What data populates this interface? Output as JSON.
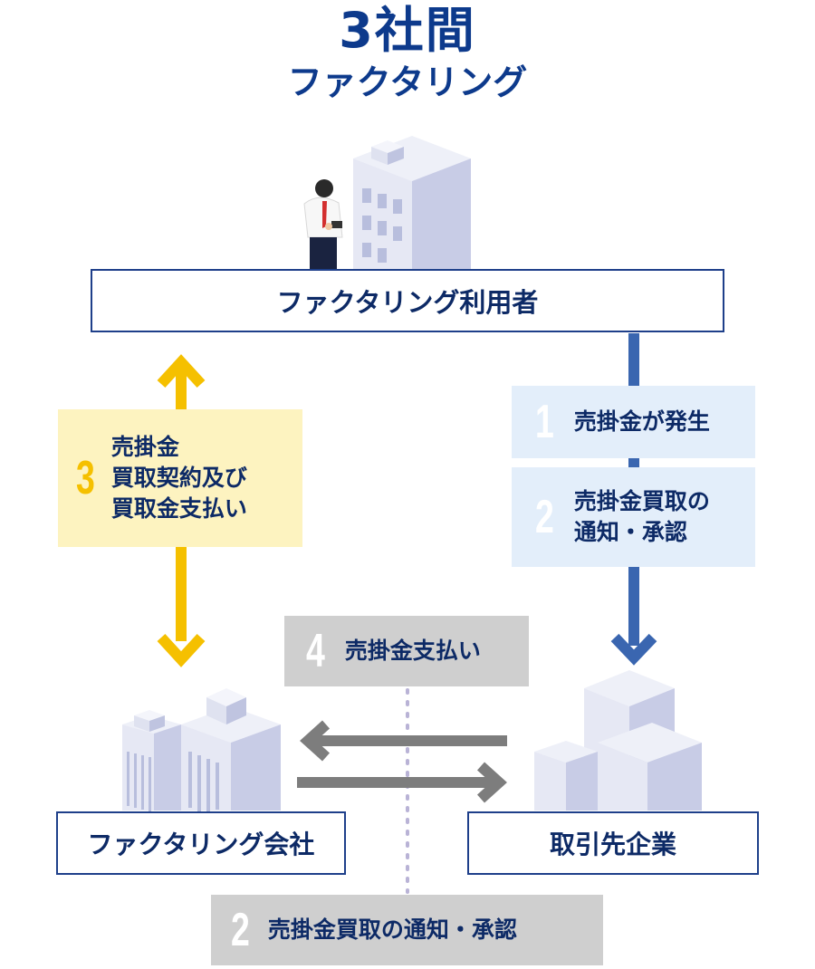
{
  "title": {
    "main": "3社間",
    "sub": "ファクタリング"
  },
  "nodes": {
    "user": "ファクタリング利用者",
    "factoring_company": "ファクタリング会社",
    "client_company": "取引先企業"
  },
  "steps": {
    "s1": {
      "num": "1",
      "text": "売掛金が発生"
    },
    "s2": {
      "num": "2",
      "line1": "売掛金買取の",
      "line2": "通知・承認"
    },
    "s3": {
      "num": "3",
      "line1": "売掛金",
      "line2": "買取契約及び",
      "line3": "買取金支払い"
    },
    "s4": {
      "num": "4",
      "text": "売掛金支払い"
    },
    "s2b": {
      "num": "2",
      "text": "売掛金買取の通知・承認"
    }
  },
  "colors": {
    "navy": "#1e3f8a",
    "yellow": "#f5c000",
    "yellow_bg": "#fdf3c0",
    "blue_arrow": "#3a66b0",
    "blue_bg": "#e3eefa",
    "gray_arrow": "#7d7d7d",
    "gray_bg": "#cfcfcf",
    "building": "#cfd3ea"
  }
}
